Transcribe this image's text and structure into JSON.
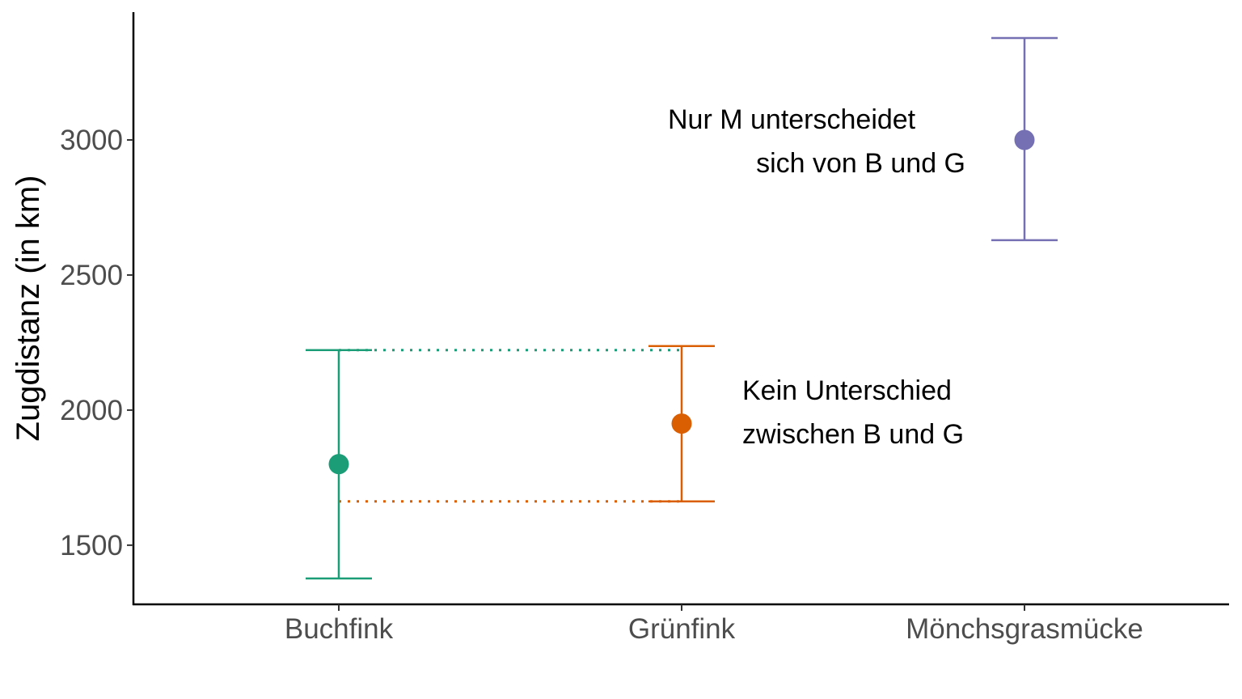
{
  "chart_data": {
    "type": "errorbar",
    "title": "",
    "xlabel": "",
    "ylabel": "Zugdistanz (in km)",
    "ylim": [
      1281,
      3473
    ],
    "yticks": [
      1500,
      2000,
      2500,
      3000
    ],
    "ytick_labels": [
      "1500",
      "2000",
      "2500",
      "3000"
    ],
    "categories": [
      "Buchfink",
      "Grünfink",
      "Mönchsgrasmücke"
    ],
    "series": [
      {
        "name": "Buchfink",
        "mean": 1800,
        "lower": 1377,
        "upper": 2222,
        "color": "#1b9e77"
      },
      {
        "name": "Grünfink",
        "mean": 1950,
        "lower": 1662,
        "upper": 2237,
        "color": "#d95f02"
      },
      {
        "name": "Mönchsgrasmücke",
        "mean": 3000,
        "lower": 2629,
        "upper": 3377,
        "color": "#7570b3"
      }
    ],
    "reference_lines": [
      {
        "style": "dotted",
        "color": "#1b9e77",
        "y": 2222,
        "from": "Buchfink",
        "to": "Grünfink"
      },
      {
        "style": "dotted",
        "color": "#d95f02",
        "y": 1662,
        "from": "Buchfink",
        "to": "Grünfink"
      }
    ],
    "annotations": [
      {
        "lines": [
          "Nur M unterscheidet",
          "sich von B und G"
        ],
        "anchor": "Mönchsgrasmücke"
      },
      {
        "lines": [
          "Kein Unterschied",
          "zwischen B und G"
        ],
        "anchor": "Grünfink"
      }
    ],
    "grid": false,
    "legend": "none"
  }
}
